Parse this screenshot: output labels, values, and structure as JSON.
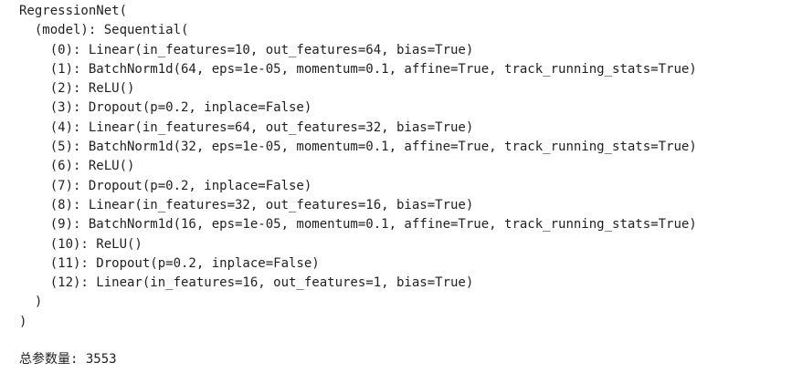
{
  "model_repr": {
    "lines": [
      "RegressionNet(",
      "  (model): Sequential(",
      "    (0): Linear(in_features=10, out_features=64, bias=True)",
      "    (1): BatchNorm1d(64, eps=1e-05, momentum=0.1, affine=True, track_running_stats=True)",
      "    (2): ReLU()",
      "    (3): Dropout(p=0.2, inplace=False)",
      "    (4): Linear(in_features=64, out_features=32, bias=True)",
      "    (5): BatchNorm1d(32, eps=1e-05, momentum=0.1, affine=True, track_running_stats=True)",
      "    (6): ReLU()",
      "    (7): Dropout(p=0.2, inplace=False)",
      "    (8): Linear(in_features=32, out_features=16, bias=True)",
      "    (9): BatchNorm1d(16, eps=1e-05, momentum=0.1, affine=True, track_running_stats=True)",
      "    (10): ReLU()",
      "    (11): Dropout(p=0.2, inplace=False)",
      "    (12): Linear(in_features=16, out_features=1, bias=True)",
      "  )",
      ")"
    ]
  },
  "summary": {
    "label": "总参数量:",
    "value": "3553"
  },
  "colors": {
    "text": "#1f1f1f",
    "background": "#ffffff"
  }
}
